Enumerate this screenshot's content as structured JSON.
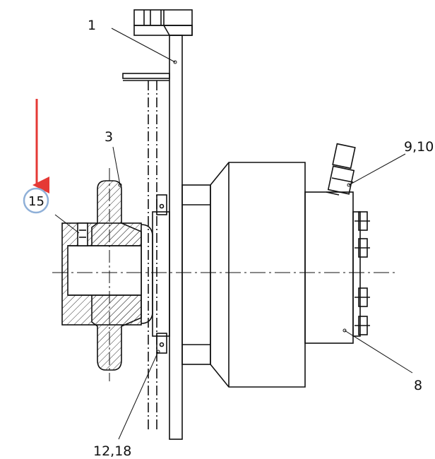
{
  "labels": {
    "part_1": "1",
    "part_3": "3",
    "part_8": "8",
    "part_9_10": "9,10",
    "part_12_18": "12,18",
    "callout_15": "15"
  },
  "colors": {
    "line": "#111111",
    "hatch": "#333333",
    "arrow": "#e53935",
    "callout_ring": "#8fb0d8"
  }
}
